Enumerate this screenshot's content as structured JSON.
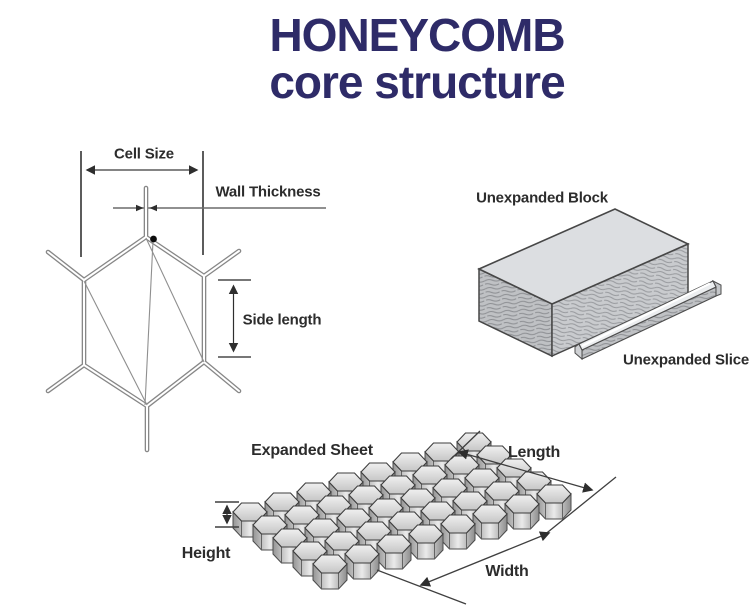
{
  "title": {
    "line1": "HONEYCOMB",
    "line2": "core structure",
    "color": "#2e2b68"
  },
  "cell_diagram": {
    "cell_size": "Cell Size",
    "wall_thickness": "Wall Thickness",
    "side_length": "Side length"
  },
  "block_diagram": {
    "block": "Unexpanded Block",
    "slice": "Unexpanded Slice"
  },
  "sheet_diagram": {
    "sheet": "Expanded Sheet",
    "length": "Length",
    "width": "Width",
    "height": "Height"
  },
  "line_color": "#3f3f3f",
  "text_color": "#2c2c2c"
}
